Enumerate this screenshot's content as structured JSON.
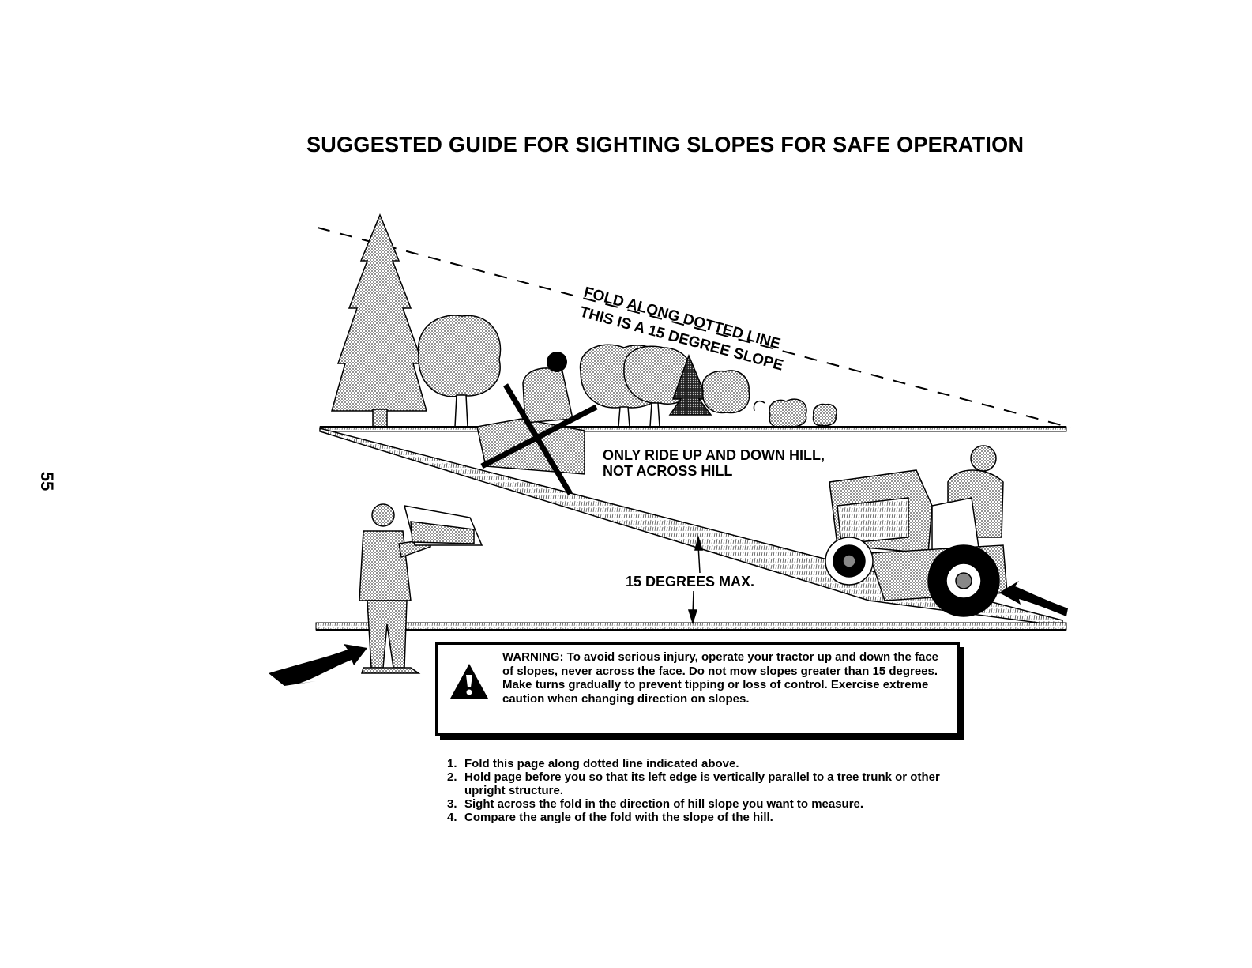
{
  "page": {
    "title": "SUGGESTED GUIDE FOR SIGHTING SLOPES FOR SAFE OPERATION",
    "page_number": "55"
  },
  "diagram": {
    "fold_line_label": "FOLD ALONG DOTTED LINE",
    "slope_label": "THIS IS A 15 DEGREE SLOPE",
    "ride_instruction_line1": "ONLY RIDE UP AND DOWN HILL,",
    "ride_instruction_line2": "NOT ACROSS HILL",
    "max_angle_label": "15 DEGREES MAX."
  },
  "warning": {
    "icon": "warning-triangle-icon",
    "text": "WARNING: To avoid serious injury, operate your tractor up and down the face of slopes, never across the face. Do not mow slopes greater than 15 degrees. Make turns gradually to prevent tipping or loss of control. Exercise extreme caution when changing direction on slopes."
  },
  "steps": [
    {
      "num": "1.",
      "text": "Fold this page along dotted line indicated above."
    },
    {
      "num": "2.",
      "text": "Hold page before you so that its left edge is vertically parallel to a tree trunk or other upright structure."
    },
    {
      "num": "3.",
      "text": "Sight across the fold in the direction of hill slope you want to measure."
    },
    {
      "num": "4.",
      "text": "Compare the angle of the fold with the slope of the hill."
    }
  ]
}
